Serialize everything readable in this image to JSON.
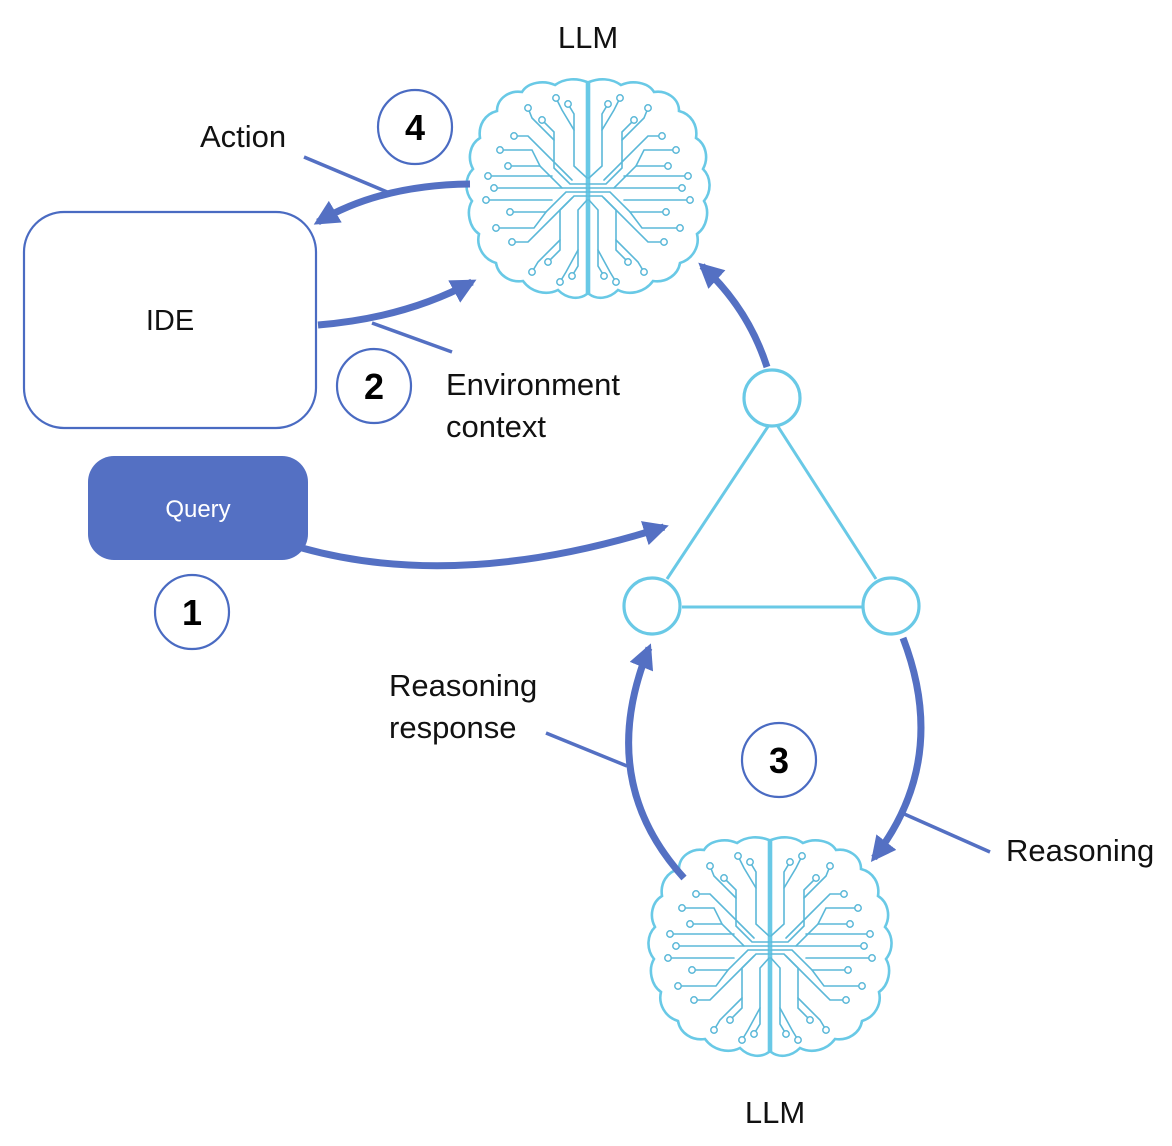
{
  "diagram": {
    "ide": {
      "label": "IDE"
    },
    "query": {
      "label": "Query"
    },
    "llm_top": {
      "label": "LLM"
    },
    "llm_bottom": {
      "label": "LLM"
    },
    "labels": {
      "action": "Action",
      "environment_line1": "Environment",
      "environment_line2": "context",
      "reasoning_response_line1": "Reasoning",
      "reasoning_response_line2": "response",
      "reasoning": "Reasoning"
    },
    "steps": {
      "step1": "1",
      "step2": "2",
      "step3": "3",
      "step4": "4"
    },
    "colors": {
      "arrow": "#5470c3",
      "query_fill": "#5470c3",
      "ide_border": "#4a6bc2",
      "brain": "#69c9e6",
      "triangle": "#69c9e6",
      "step_circle": "#4a6bc2"
    },
    "icons": {
      "llm": "brain-circuit-icon"
    }
  }
}
